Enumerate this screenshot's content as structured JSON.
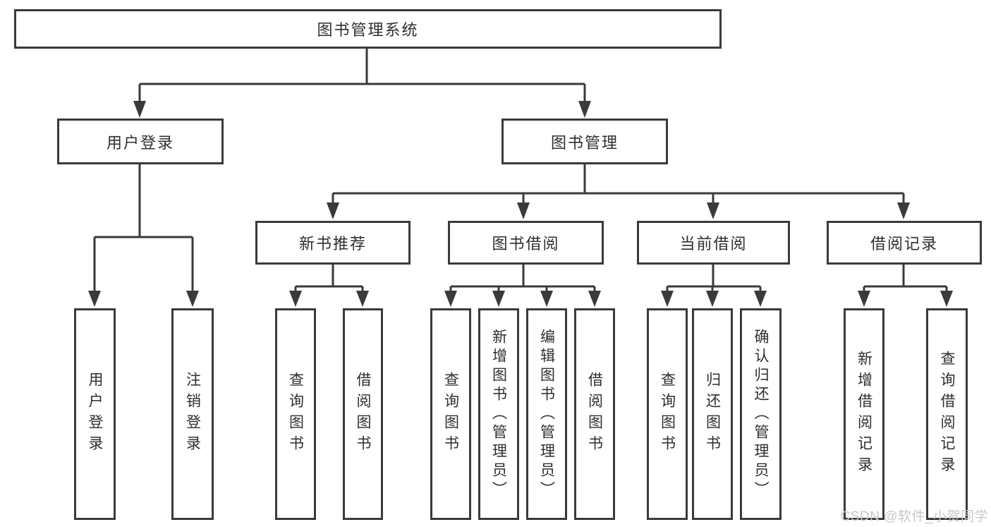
{
  "diagram": {
    "root": {
      "label": "图书管理系统"
    },
    "level2": {
      "user_login": {
        "label": "用户登录",
        "children": {
          "login": "用户登录",
          "logout": "注销登录"
        }
      },
      "book_management": {
        "label": "图书管理",
        "sections": {
          "new_book": {
            "label": "新书推荐",
            "children": {
              "query": "查询图书",
              "borrow": "借阅图书"
            }
          },
          "book_borrow": {
            "label": "图书借阅",
            "children": {
              "query": "查询图书",
              "add": "新增图书（管理员）",
              "edit": "编辑图书（管理员）",
              "borrow": "借阅图书"
            }
          },
          "current_borrow": {
            "label": "当前借阅",
            "children": {
              "query": "查询图书",
              "return": "归还图书",
              "confirm_return": "确认归还（管理员）"
            }
          },
          "borrow_records": {
            "label": "借阅记录",
            "children": {
              "add_record": "新增借阅记录",
              "query_record": "查询借阅记录"
            }
          }
        }
      }
    }
  },
  "watermark": {
    "text": "CSDN @软件_小贺同学",
    "color": "#c8c8c8"
  },
  "colors": {
    "line": "#3a3a3a",
    "text": "#2e2e2e",
    "background": "#ffffff"
  }
}
